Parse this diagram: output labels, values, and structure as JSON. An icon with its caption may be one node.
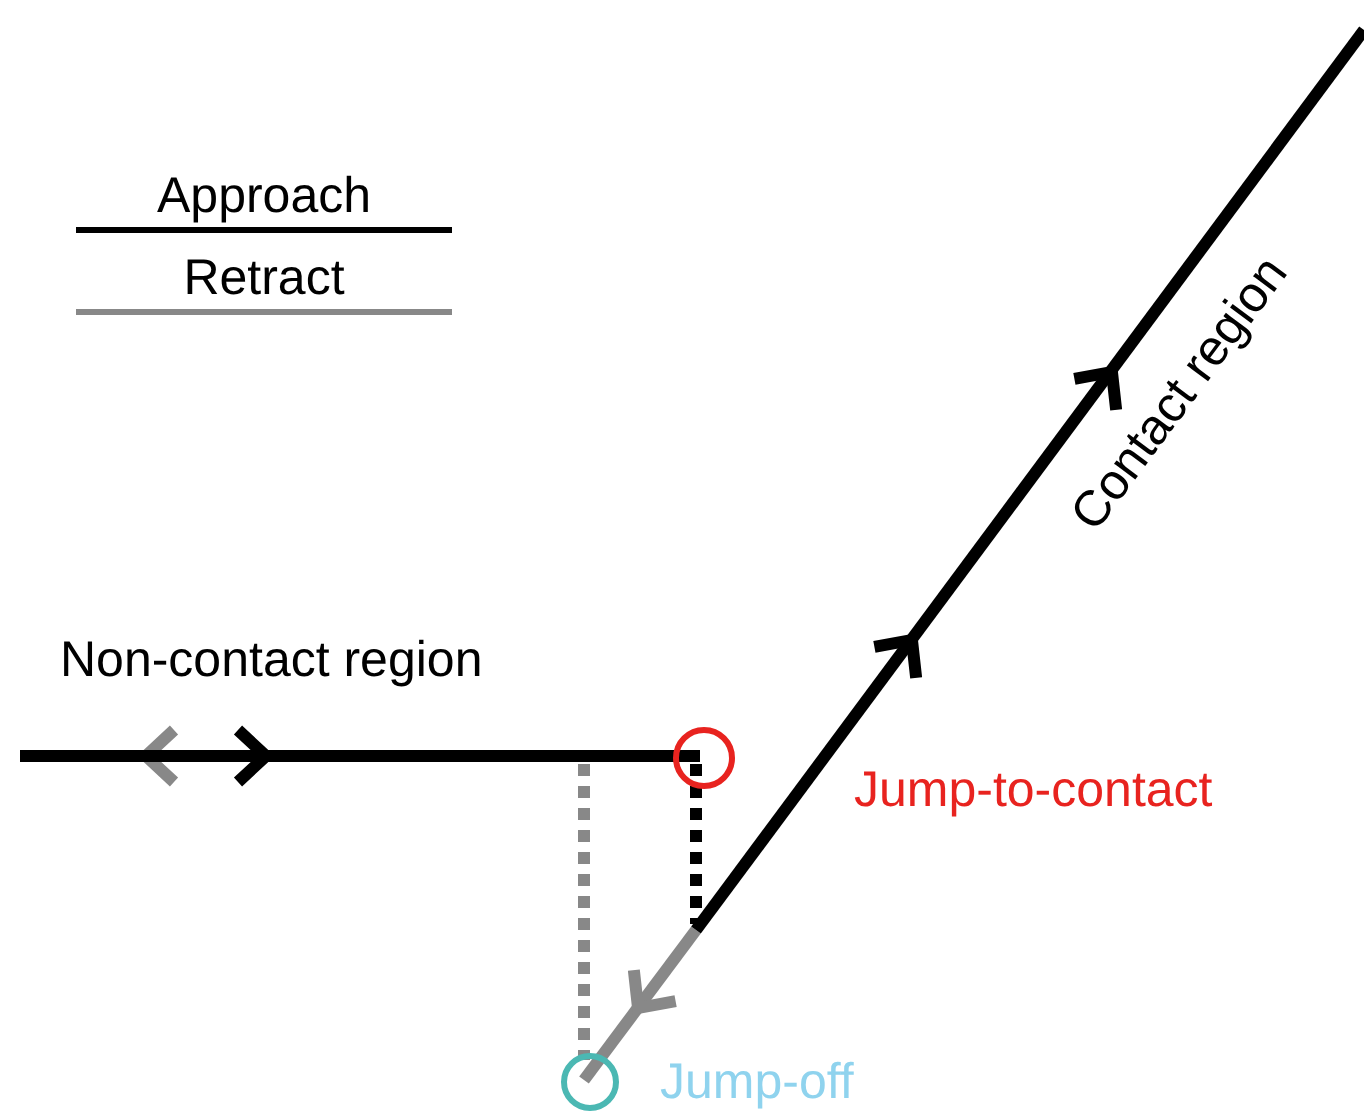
{
  "diagram": {
    "labels": [
      "Non-contact region",
      "Contact region",
      "Jump-to-contact",
      "Jump-off"
    ],
    "legend": [
      {
        "text": "Approach"
      },
      {
        "text": "Retract"
      }
    ]
  }
}
